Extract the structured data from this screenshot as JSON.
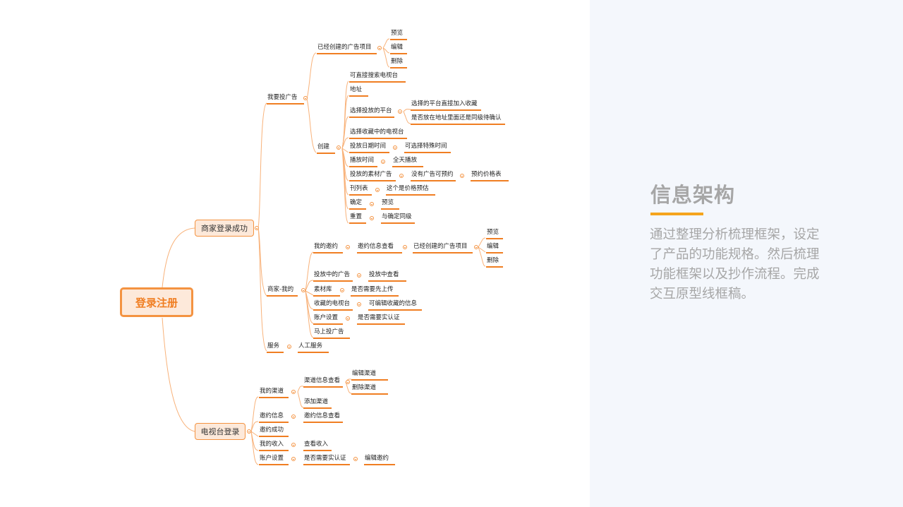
{
  "panel": {
    "title": "信息架构",
    "accent_color": "#f5a41c",
    "description": "通过整理分析梳理框架，设定了产品的功能规格。然后梳理功能框架以及抄作流程。完成交互原型线框稿。"
  },
  "mindmap": {
    "root": "登录注册",
    "branch_color": "#f07e22",
    "merchant": {
      "label": "商家登录成功",
      "advertise": {
        "label": "我要投广告",
        "created_items": {
          "label": "已经创建的广告项目",
          "children": [
            "预览",
            "编辑",
            "删除"
          ]
        },
        "create": {
          "label": "创建",
          "items": {
            "search_tv": "可直接搜索电视台",
            "address": "地址",
            "platform": {
              "label": "选择投放的平台",
              "children": [
                "选择的平台直接加入收藏",
                "是否放在地址里面还是同级待确认"
              ]
            },
            "fav_tv": "选择收藏中的电视台",
            "date": {
              "label": "投放日期时间",
              "child": "可选择特殊时间"
            },
            "play_time": {
              "label": "播放时间",
              "child": "全天播放"
            },
            "material": {
              "label": "投放的素材广告",
              "child": "没有广告可预约",
              "grandchild": "预约价格表"
            },
            "list": {
              "label": "刊列表",
              "child": "这个是价格预估"
            },
            "confirm": {
              "label": "确定",
              "child": "预览"
            },
            "reset": {
              "label": "重置",
              "child": "与确定同级"
            }
          }
        }
      },
      "mine": {
        "label": "商家-我的",
        "invite": {
          "label": "我的邀约",
          "child": "邀约信息查看",
          "grandchild": "已经创建的广告项目",
          "leaves": [
            "预览",
            "编辑",
            "删除"
          ]
        },
        "running": {
          "label": "投放中的广告",
          "child": "投放中查看"
        },
        "library": {
          "label": "素材库",
          "child": "是否需要先上传"
        },
        "fav_tv": {
          "label": "收藏的电视台",
          "child": "可编辑收藏的信息"
        },
        "account": {
          "label": "账户设置",
          "child": "是否需要实认证"
        },
        "quick": "马上投广告"
      },
      "service": {
        "label": "服务",
        "child": "人工服务"
      }
    },
    "tv": {
      "label": "电视台登录",
      "channel": {
        "label": "我的渠道",
        "view": "渠道信息查看",
        "view_children": [
          "编辑渠道",
          "删除渠道"
        ],
        "add": "添加渠道"
      },
      "invite": {
        "label": "邀约信息",
        "child": "邀约信息查看"
      },
      "success": "邀约成功",
      "income": {
        "label": "我的收入",
        "child": "查看收入"
      },
      "account": {
        "label": "账户设置",
        "child": "是否需要实认证",
        "grandchild": "编辑邀约"
      }
    }
  }
}
